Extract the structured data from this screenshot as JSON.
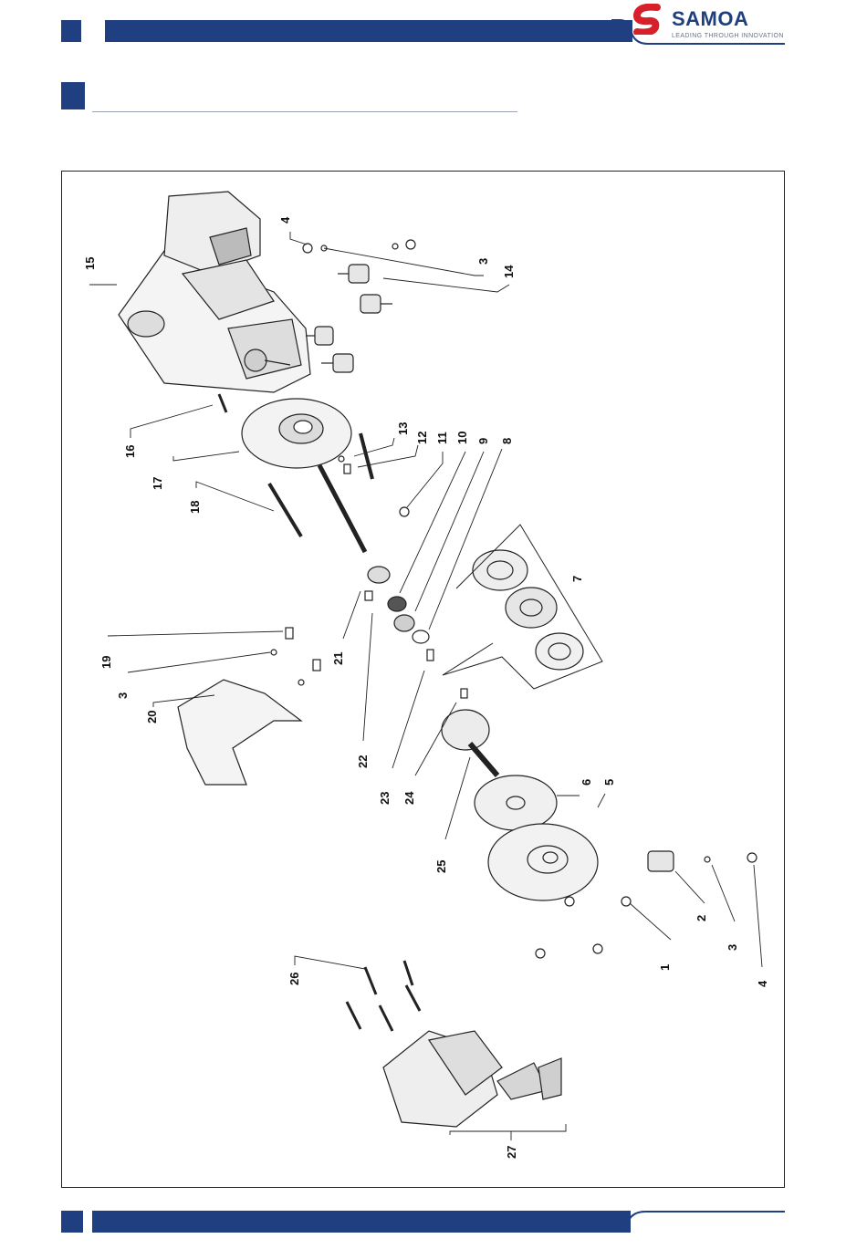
{
  "brand": {
    "name": "SAMOA",
    "tagline": "LEADING THROUGH INNOVATION",
    "color_primary": "#1f3f80",
    "color_logo_red": "#d6202a"
  },
  "diagram": {
    "labels": [
      "1",
      "2",
      "3",
      "4",
      "5",
      "6",
      "7",
      "8",
      "9",
      "10",
      "11",
      "12",
      "13",
      "14",
      "15",
      "16",
      "17",
      "18",
      "19",
      "20",
      "21",
      "22",
      "23",
      "24",
      "25",
      "26",
      "27"
    ],
    "extra_labels": {
      "3b": "3",
      "3c": "3",
      "4b": "4"
    }
  }
}
